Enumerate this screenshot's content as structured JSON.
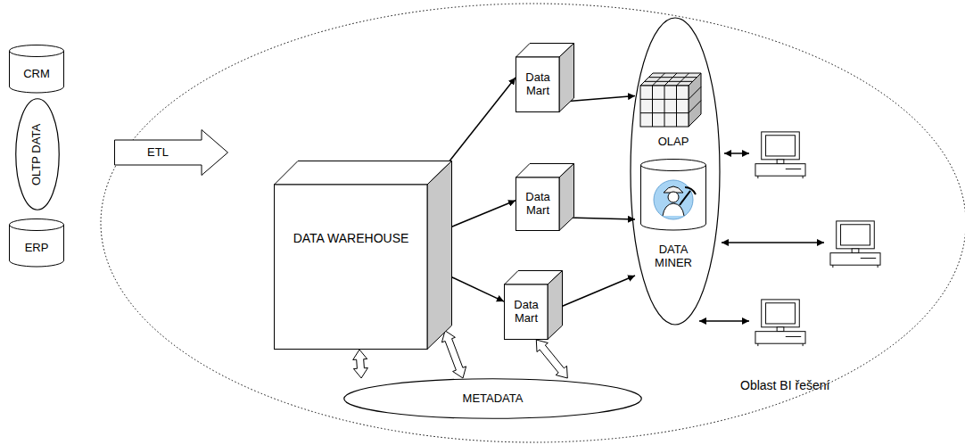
{
  "diagram": {
    "nodes": [
      {
        "text": [
          "CRM"
        ]
      },
      {
        "text": [
          "OLTP DATA"
        ]
      },
      {
        "text": [
          "ERP"
        ]
      },
      {
        "text": [
          "ETL"
        ]
      },
      {
        "text": [
          "DATA WAREHOUSE"
        ]
      },
      {
        "text": [
          "Data Mart"
        ]
      },
      {
        "text": [
          "Data Mart"
        ]
      },
      {
        "text": [
          "Data Mart"
        ]
      },
      {
        "text": [
          "OLAP"
        ]
      },
      {
        "text": [
          "DATA MINER"
        ]
      },
      {
        "text": [
          "METADATA"
        ]
      }
    ],
    "edges": [
      {
        "from": 4,
        "to": 5,
        "arrow": "to"
      },
      {
        "from": 4,
        "to": 6,
        "arrow": "to"
      },
      {
        "from": 4,
        "to": 7,
        "arrow": "to"
      },
      {
        "from": 5,
        "to": 8,
        "arrow": "both"
      },
      {
        "from": 6,
        "to": 9,
        "arrow": "both"
      },
      {
        "from": 7,
        "to": 9,
        "arrow": "both"
      },
      {
        "from": 4,
        "to": 10,
        "arrow": "both"
      },
      {
        "from": 4,
        "to": 10,
        "arrow": "both"
      },
      {
        "from": 7,
        "to": 10,
        "arrow": "both"
      }
    ],
    "labels": [
      "Oblast BI řešení"
    ]
  }
}
